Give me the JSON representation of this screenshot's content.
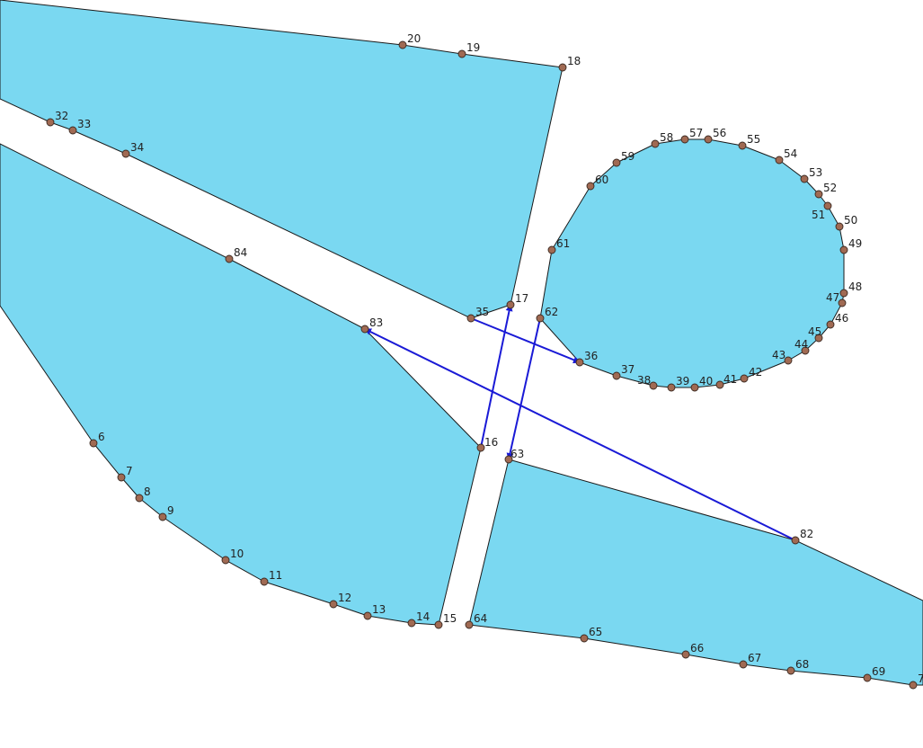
{
  "colors": {
    "polygon_fill": "#7ad8f1",
    "polygon_stroke": "#1a1a1a",
    "vertex_fill": "#a06a53",
    "arrow": "#1a1ad6"
  },
  "vertices": [
    {
      "id": "6",
      "label": "6"
    },
    {
      "id": "7",
      "label": "7"
    },
    {
      "id": "8",
      "label": "8"
    },
    {
      "id": "9",
      "label": "9"
    },
    {
      "id": "10",
      "label": "10"
    },
    {
      "id": "11",
      "label": "11"
    },
    {
      "id": "12",
      "label": "12"
    },
    {
      "id": "13",
      "label": "13"
    },
    {
      "id": "14",
      "label": "14"
    },
    {
      "id": "15",
      "label": "15"
    },
    {
      "id": "16",
      "label": "16"
    },
    {
      "id": "17",
      "label": "17"
    },
    {
      "id": "18",
      "label": "18"
    },
    {
      "id": "19",
      "label": "19"
    },
    {
      "id": "20",
      "label": "20"
    },
    {
      "id": "32",
      "label": "32"
    },
    {
      "id": "33",
      "label": "33"
    },
    {
      "id": "34",
      "label": "34"
    },
    {
      "id": "35",
      "label": "35"
    },
    {
      "id": "36",
      "label": "36"
    },
    {
      "id": "37",
      "label": "37"
    },
    {
      "id": "38",
      "label": "38"
    },
    {
      "id": "39",
      "label": "39"
    },
    {
      "id": "40",
      "label": "40"
    },
    {
      "id": "41",
      "label": "41"
    },
    {
      "id": "42",
      "label": "42"
    },
    {
      "id": "43",
      "label": "43"
    },
    {
      "id": "44",
      "label": "44"
    },
    {
      "id": "45",
      "label": "45"
    },
    {
      "id": "46",
      "label": "46"
    },
    {
      "id": "47",
      "label": "47"
    },
    {
      "id": "48",
      "label": "48"
    },
    {
      "id": "49",
      "label": "49"
    },
    {
      "id": "50",
      "label": "50"
    },
    {
      "id": "51",
      "label": "51"
    },
    {
      "id": "52",
      "label": "52"
    },
    {
      "id": "53",
      "label": "53"
    },
    {
      "id": "54",
      "label": "54"
    },
    {
      "id": "55",
      "label": "55"
    },
    {
      "id": "56",
      "label": "56"
    },
    {
      "id": "57",
      "label": "57"
    },
    {
      "id": "58",
      "label": "58"
    },
    {
      "id": "59",
      "label": "59"
    },
    {
      "id": "60",
      "label": "60"
    },
    {
      "id": "61",
      "label": "61"
    },
    {
      "id": "62",
      "label": "62"
    },
    {
      "id": "63",
      "label": "63"
    },
    {
      "id": "64",
      "label": "64"
    },
    {
      "id": "65",
      "label": "65"
    },
    {
      "id": "66",
      "label": "66"
    },
    {
      "id": "67",
      "label": "67"
    },
    {
      "id": "68",
      "label": "68"
    },
    {
      "id": "69",
      "label": "69"
    },
    {
      "id": "70",
      "label": "7"
    },
    {
      "id": "82",
      "label": "82"
    },
    {
      "id": "83",
      "label": "83"
    },
    {
      "id": "84",
      "label": "84"
    }
  ],
  "polygons": [
    {
      "id": "top-band"
    },
    {
      "id": "left-lower"
    },
    {
      "id": "right-lower"
    },
    {
      "id": "circle-region"
    }
  ],
  "arrows": [
    {
      "from": "16",
      "to": "17"
    },
    {
      "from": "62",
      "to": "63"
    },
    {
      "from": "82",
      "to": "83"
    },
    {
      "from": "35",
      "to": "36"
    }
  ]
}
